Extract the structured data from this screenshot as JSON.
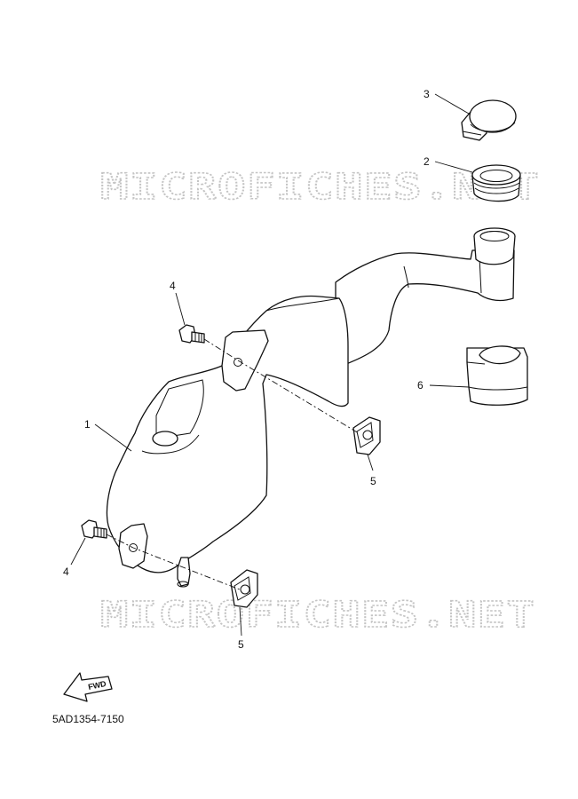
{
  "watermark": {
    "text": "MICROFICHES.NET"
  },
  "callouts": [
    "1",
    "2",
    "3",
    "4",
    "4",
    "5",
    "5",
    "6"
  ],
  "fwd_label": "FWD",
  "diagram_code": "5AD1354-7150",
  "colors": {
    "line": "#111111",
    "watermark_outline": "#c4c4c4",
    "background": "#ffffff"
  }
}
